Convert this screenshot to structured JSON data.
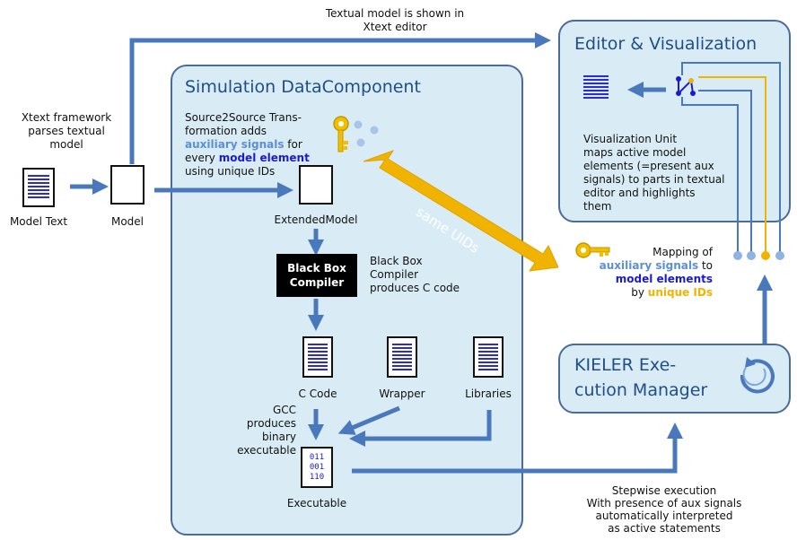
{
  "top_note": [
    "Textual model is shown in",
    "Xtext editor"
  ],
  "xtext_note": [
    "Xtext framework",
    "parses textual",
    "model"
  ],
  "model_text_label": "Model Text",
  "model_label": "Model",
  "sim_panel": {
    "title": "Simulation DataComponent",
    "s2s": {
      "l1": "Source2Source Trans-",
      "l2": "formation adds",
      "l3a": "auxiliary signals",
      "l3b": " for",
      "l4a": "every ",
      "l4b": "model element",
      "l5": "using unique IDs"
    },
    "extended_label": "ExtendedModel",
    "bbc_box": [
      "Black Box",
      "Compiler"
    ],
    "bbc_note": [
      "Black Box",
      "Compiler",
      "produces C code"
    ],
    "c_code_label": "C Code",
    "wrapper_label": "Wrapper",
    "libraries_label": "Libraries",
    "gcc_note": [
      "GCC",
      "produces",
      "binary",
      "executable"
    ],
    "exe_bits": [
      "011",
      "001",
      "110"
    ],
    "exe_label": "Executable"
  },
  "same_uids": "same UIDs",
  "editor_panel": {
    "title": "Editor & Visualization",
    "vis_note": [
      "Visualization Unit",
      "maps active model",
      "elements (=present aux",
      "signals) to parts in textual",
      "editor and highlights",
      "them"
    ]
  },
  "mapping": {
    "l1": "Mapping of",
    "l2a": "auxiliary signals",
    "l2b": " to",
    "l3": "model elements",
    "l4a": "by ",
    "l4b": "unique IDs"
  },
  "kieler_panel": {
    "title_line1": "KIELER Exe-",
    "title_line2": "cution Manager"
  },
  "stepwise_note": [
    "Stepwise execution",
    "With presence of aux signals",
    "automatically interpreted",
    "as active statements"
  ],
  "colors": {
    "arrow": "#4a78bd",
    "panel_bg": "#d9ecf5",
    "panel_border": "#4a6c9a",
    "gold": "#f0b400",
    "aux_blue": "#5b8fd6",
    "elem_navy": "#1a1ad6"
  }
}
